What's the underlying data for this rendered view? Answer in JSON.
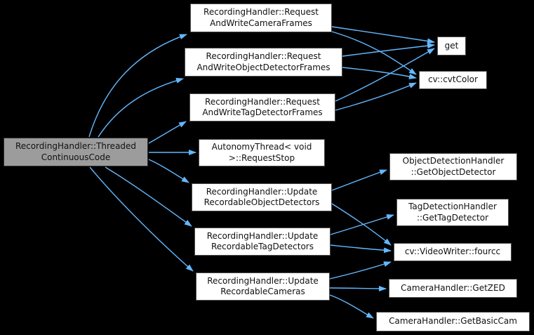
{
  "diagram_type": "doxygen-call-graph",
  "colors": {
    "background": "#000000",
    "edge": "#63b8ff",
    "node_fill": "#ffffff",
    "node_border": "#4d4d4d",
    "node_text": "#111111",
    "focus_fill": "#9c9c9c",
    "focus_border": "#2e2e2e"
  },
  "graph": {
    "nodes": [
      {
        "id": "threaded",
        "label": "RecordingHandler::Threaded\nContinuousCode",
        "focus": true,
        "clickable": false
      },
      {
        "id": "reqCamera",
        "label": "RecordingHandler::Request\nAndWriteCameraFrames",
        "focus": false,
        "clickable": true
      },
      {
        "id": "reqObjDet",
        "label": "RecordingHandler::Request\nAndWriteObjectDetectorFrames",
        "focus": false,
        "clickable": true
      },
      {
        "id": "reqTagDet",
        "label": "RecordingHandler::Request\nAndWriteTagDetectorFrames",
        "focus": false,
        "clickable": true
      },
      {
        "id": "requestStop",
        "label": "AutonomyThread< void\n>::RequestStop",
        "focus": false,
        "clickable": true
      },
      {
        "id": "updObjDet",
        "label": "RecordingHandler::Update\nRecordableObjectDetectors",
        "focus": false,
        "clickable": true
      },
      {
        "id": "updTagDet",
        "label": "RecordingHandler::Update\nRecordableTagDetectors",
        "focus": false,
        "clickable": true
      },
      {
        "id": "updCameras",
        "label": "RecordingHandler::Update\nRecordableCameras",
        "focus": false,
        "clickable": true
      },
      {
        "id": "get",
        "label": "get",
        "focus": false,
        "clickable": true
      },
      {
        "id": "cvtColor",
        "label": "cv::cvtColor",
        "focus": false,
        "clickable": true
      },
      {
        "id": "getObjDet",
        "label": "ObjectDetectionHandler\n::GetObjectDetector",
        "focus": false,
        "clickable": true
      },
      {
        "id": "getTagDet",
        "label": "TagDetectionHandler\n::GetTagDetector",
        "focus": false,
        "clickable": true
      },
      {
        "id": "fourcc",
        "label": "cv::VideoWriter::fourcc",
        "focus": false,
        "clickable": true
      },
      {
        "id": "getZED",
        "label": "CameraHandler::GetZED",
        "focus": false,
        "clickable": true
      },
      {
        "id": "getBasicCam",
        "label": "CameraHandler::GetBasicCam",
        "focus": false,
        "clickable": true
      }
    ],
    "edges": [
      {
        "from": "threaded",
        "to": "reqCamera"
      },
      {
        "from": "threaded",
        "to": "reqObjDet"
      },
      {
        "from": "threaded",
        "to": "reqTagDet"
      },
      {
        "from": "threaded",
        "to": "requestStop"
      },
      {
        "from": "threaded",
        "to": "updObjDet"
      },
      {
        "from": "threaded",
        "to": "updTagDet"
      },
      {
        "from": "threaded",
        "to": "updCameras"
      },
      {
        "from": "reqCamera",
        "to": "get"
      },
      {
        "from": "reqCamera",
        "to": "cvtColor"
      },
      {
        "from": "reqObjDet",
        "to": "get"
      },
      {
        "from": "reqObjDet",
        "to": "cvtColor"
      },
      {
        "from": "reqTagDet",
        "to": "get"
      },
      {
        "from": "reqTagDet",
        "to": "cvtColor"
      },
      {
        "from": "updObjDet",
        "to": "getObjDet"
      },
      {
        "from": "updObjDet",
        "to": "fourcc"
      },
      {
        "from": "updTagDet",
        "to": "getTagDet"
      },
      {
        "from": "updTagDet",
        "to": "fourcc"
      },
      {
        "from": "updCameras",
        "to": "fourcc"
      },
      {
        "from": "updCameras",
        "to": "getZED"
      },
      {
        "from": "updCameras",
        "to": "getBasicCam"
      }
    ]
  }
}
